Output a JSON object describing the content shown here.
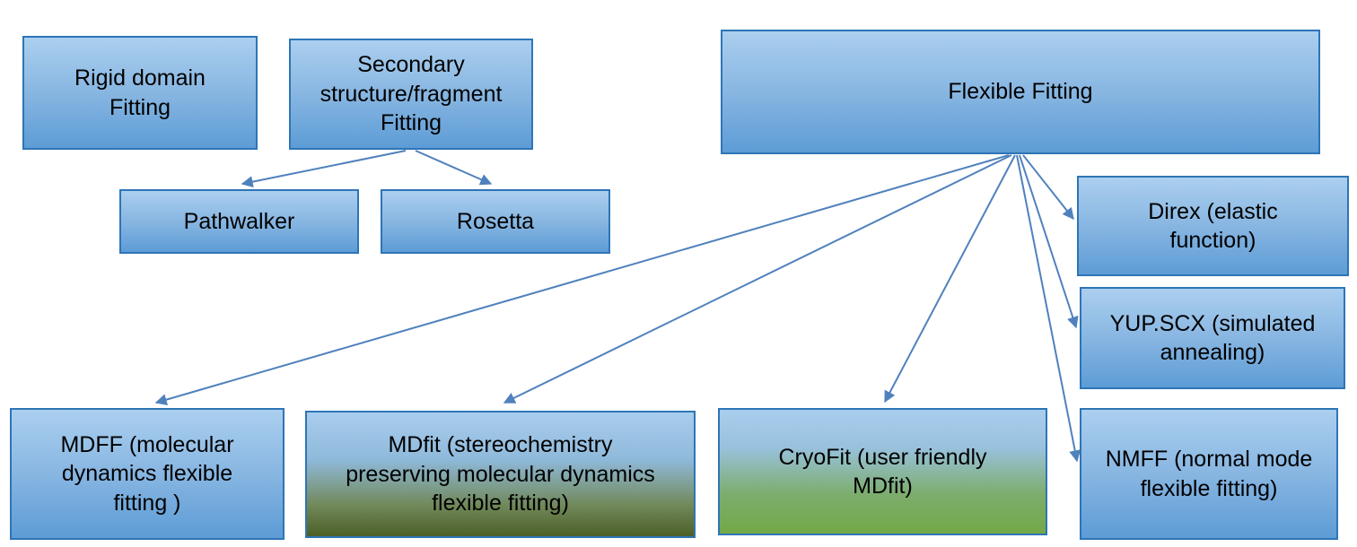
{
  "colors": {
    "box_border": "#2e75b6",
    "box_fill_top": "#abcfef",
    "box_fill_bottom": "#5d9cd6",
    "olive_fill_bottom": "#4c5f26",
    "green_fill_bottom": "#73a847",
    "arrow": "#4f81bd",
    "text": "#000000",
    "background": "#ffffff"
  },
  "nodes": {
    "rigid": {
      "label": "Rigid domain Fitting"
    },
    "secondary": {
      "label": "Secondary structure/fragment Fitting"
    },
    "flexible": {
      "label": "Flexible Fitting"
    },
    "pathwalker": {
      "label": "Pathwalker"
    },
    "rosetta": {
      "label": "Rosetta"
    },
    "direx": {
      "label": "Direx (elastic function)"
    },
    "yupscx": {
      "label": "YUP.SCX (simulated annealing)"
    },
    "mdff": {
      "label": "MDFF (molecular dynamics flexible fitting )"
    },
    "mdfit": {
      "label": "MDfit (stereochemistry preserving molecular dynamics flexible fitting)"
    },
    "cryofit": {
      "label": "CryoFit (user friendly MDfit)"
    },
    "nmff": {
      "label": "NMFF (normal mode flexible fitting)"
    }
  },
  "edges": [
    {
      "from": "secondary",
      "to": "pathwalker"
    },
    {
      "from": "secondary",
      "to": "rosetta"
    },
    {
      "from": "flexible",
      "to": "mdff"
    },
    {
      "from": "flexible",
      "to": "mdfit"
    },
    {
      "from": "flexible",
      "to": "cryofit"
    },
    {
      "from": "flexible",
      "to": "direx"
    },
    {
      "from": "flexible",
      "to": "yupscx"
    },
    {
      "from": "flexible",
      "to": "nmff"
    }
  ]
}
